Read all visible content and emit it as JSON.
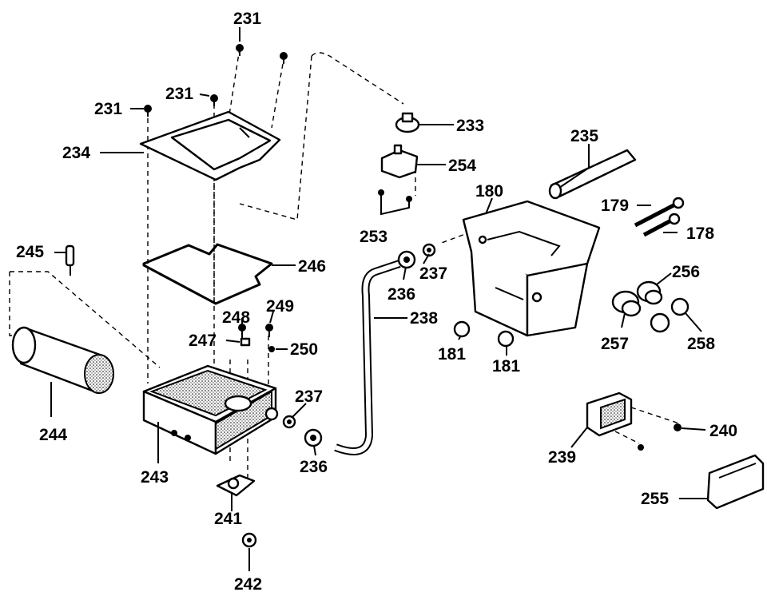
{
  "diagram": {
    "labels": {
      "l231a": "231",
      "l231b": "231",
      "l231c": "231",
      "l233": "233",
      "l234": "234",
      "l235": "235",
      "l254": "254",
      "l180": "180",
      "l179": "179",
      "l178": "178",
      "l253": "253",
      "l245": "245",
      "l246": "246",
      "l237a": "237",
      "l236a": "236",
      "l238": "238",
      "l256": "256",
      "l249": "249",
      "l248": "248",
      "l247": "247",
      "l250": "250",
      "l181a": "181",
      "l181b": "181",
      "l257": "257",
      "l258": "258",
      "l244": "244",
      "l237b": "237",
      "l236b": "236",
      "l240": "240",
      "l243": "243",
      "l239": "239",
      "l241": "241",
      "l255": "255",
      "l242": "242"
    }
  }
}
